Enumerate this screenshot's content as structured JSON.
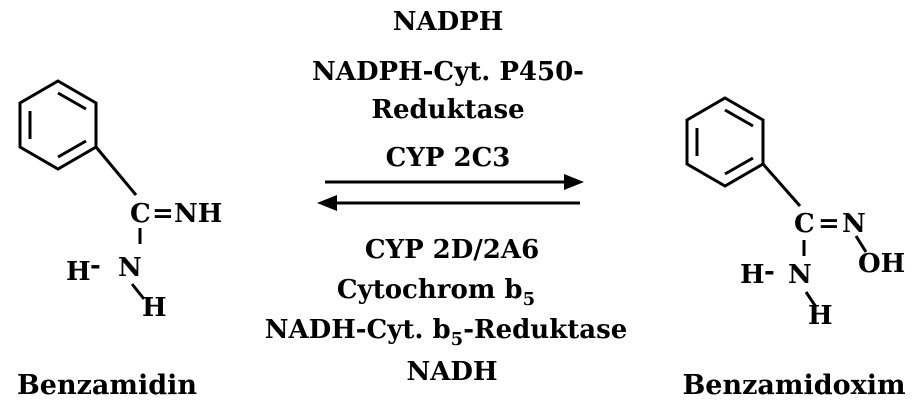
{
  "reaction": {
    "forward_conditions": {
      "line1": "NADPH",
      "line2": "NADPH-Cyt. P450-",
      "line3": "Reduktase",
      "line4": "CYP 2C3"
    },
    "reverse_conditions": {
      "line1": "CYP 2D/2A6",
      "line2_main": "Cytochrom b",
      "line2_sub": "5",
      "line3_pre": "NADH-Cyt. b",
      "line3_sub": "5",
      "line3_post": "-Reduktase",
      "line4": "NADH"
    }
  },
  "left_molecule": {
    "name": "Benzamidin",
    "atom_c": "C",
    "bond_eq": "=",
    "atom_nh": "NH",
    "atom_n": "N",
    "atom_h_left": "H",
    "bond_dash": "-",
    "atom_h_bottom": "H"
  },
  "right_molecule": {
    "name": "Benzamidoxim",
    "atom_c": "C",
    "bond_eq": "=",
    "atom_n_top": "N",
    "atom_oh": "OH",
    "atom_n": "N",
    "atom_h_left": "H",
    "bond_dash": "-",
    "atom_h_bottom": "H"
  }
}
